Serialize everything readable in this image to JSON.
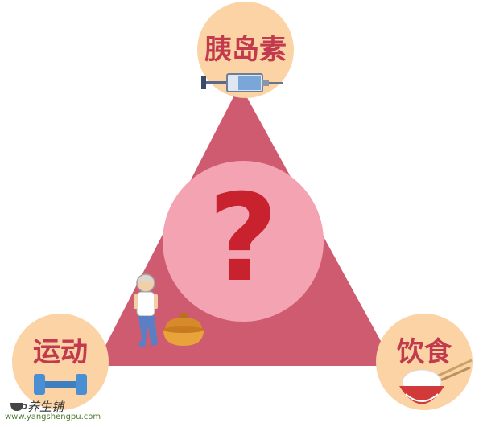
{
  "nodes": {
    "top": {
      "label": "胰岛素",
      "icon": "syringe-icon"
    },
    "left": {
      "label": "运动",
      "icon": "dumbbell-icon"
    },
    "right": {
      "label": "饮食",
      "icon": "rice-bowl-icon"
    }
  },
  "center": {
    "symbol": "?"
  },
  "watermark": {
    "brand": "养生铺",
    "url": "www.yangshengpu.com"
  },
  "colors": {
    "triangle": "#cf5b70",
    "center_circle": "#f3a3b2",
    "node_circle": "#fbd3a4",
    "label_text": "#c23a4e",
    "question_mark": "#c7222d"
  }
}
